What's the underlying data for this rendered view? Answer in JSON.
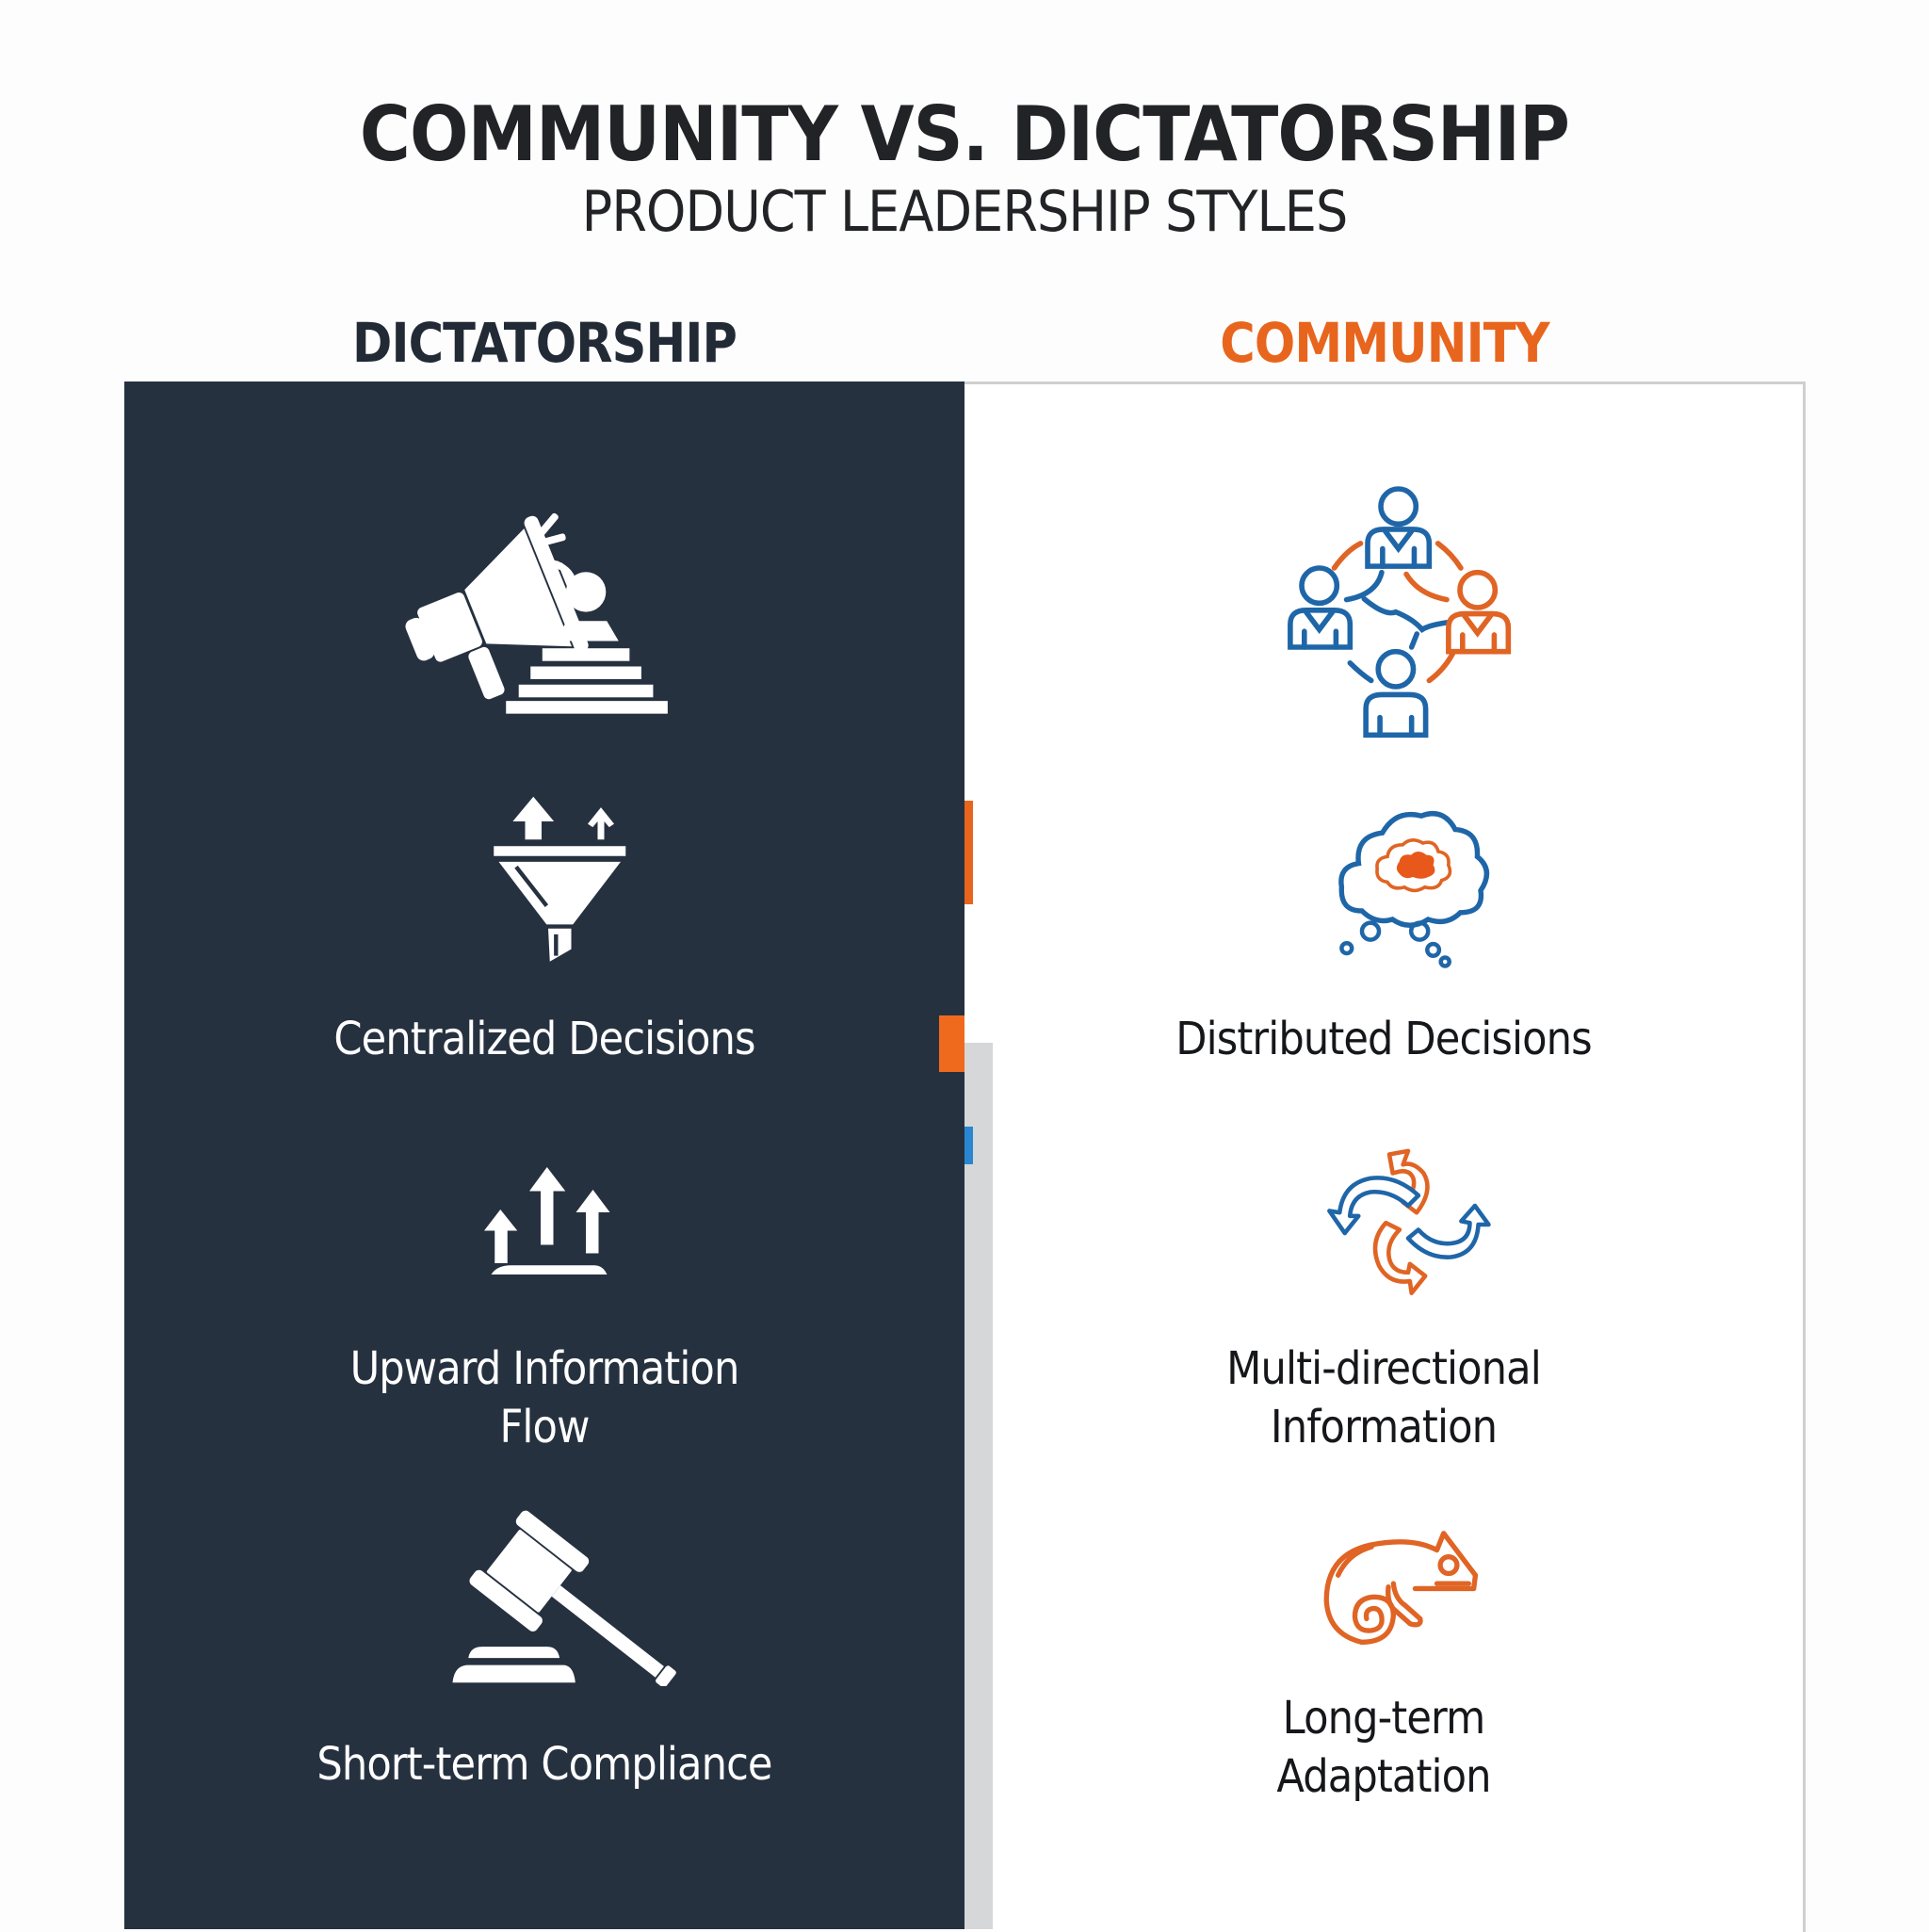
{
  "header": {
    "title": "COMMUNITY VS. DICTATORSHIP",
    "subtitle": "PRODUCT LEADERSHIP STYLES"
  },
  "colors": {
    "dark_panel": "#263140",
    "accent_orange": "#e8651e",
    "accent_blue": "#1f6fb2",
    "light_border": "#cfcfcf",
    "divider_gray": "#d6d7d9"
  },
  "columns": {
    "dictatorship": {
      "heading": "DICTATORSHIP",
      "items": [
        {
          "icon": "megaphone-podium-icon",
          "label": ""
        },
        {
          "icon": "funnel-arrows-up-icon",
          "label": "Centralized Decisions"
        },
        {
          "icon": "upward-arrows-icon",
          "label_line1": "Upward Information",
          "label_line2": "Flow"
        },
        {
          "icon": "gavel-icon",
          "label": "Short-term Compliance"
        }
      ]
    },
    "community": {
      "heading": "COMMUNITY",
      "items": [
        {
          "icon": "connected-people-network-icon",
          "label": ""
        },
        {
          "icon": "thought-cloud-icon",
          "label": "Distributed Decisions"
        },
        {
          "icon": "multidirectional-arrows-icon",
          "label_line1": "Multi-directional",
          "label_line2": "Information"
        },
        {
          "icon": "chameleon-icon",
          "label_line1": "Long-term",
          "label_line2": "Adaptation"
        }
      ]
    }
  }
}
